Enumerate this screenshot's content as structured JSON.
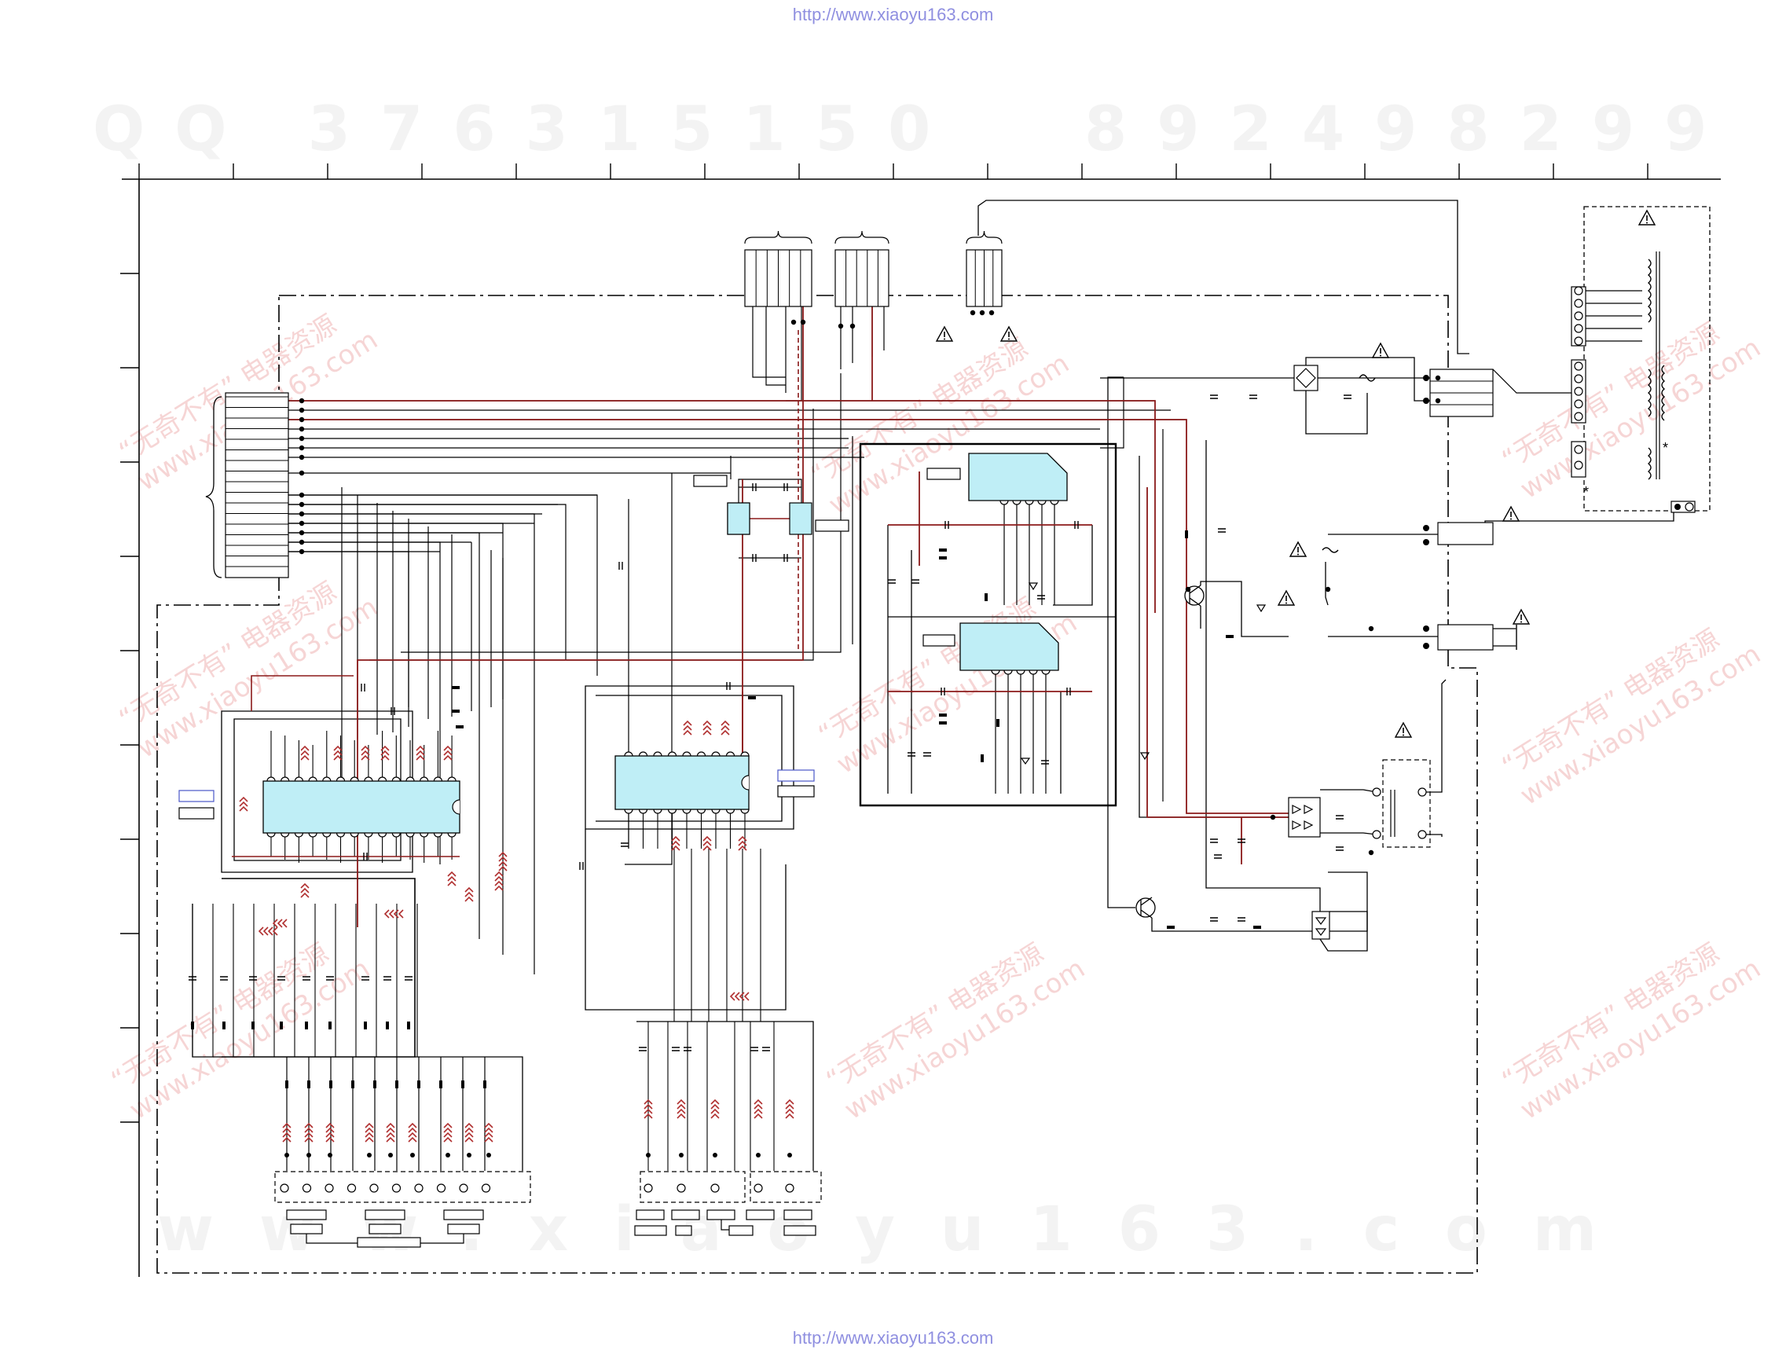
{
  "source_url": "http://www.xiaoyu163.com",
  "watermark": {
    "qq": "QQ 376315150",
    "phone": "892498299",
    "site": "www.xiaoyu163.com",
    "stamp_line1": "“无奇不有” 电器资源",
    "stamp_line2": "www.xiaoyu163.com"
  },
  "colors": {
    "wire": "#000000",
    "power_wire": "#8b1a1a",
    "ic_fill": "#bfeef6",
    "ic_stroke": "#000000",
    "protect_mark": "#b03030",
    "border_dash": "#000000",
    "tag_blue": "#4a56c8",
    "warning": "#000000"
  },
  "icons": {
    "warning": "warning-triangle-icon",
    "ac_plug": "ac-plug-icon",
    "transformer": "transformer-icon",
    "fuse": "fuse-icon"
  },
  "components": {
    "transformer_note": "*",
    "power_unit_note": "*"
  }
}
